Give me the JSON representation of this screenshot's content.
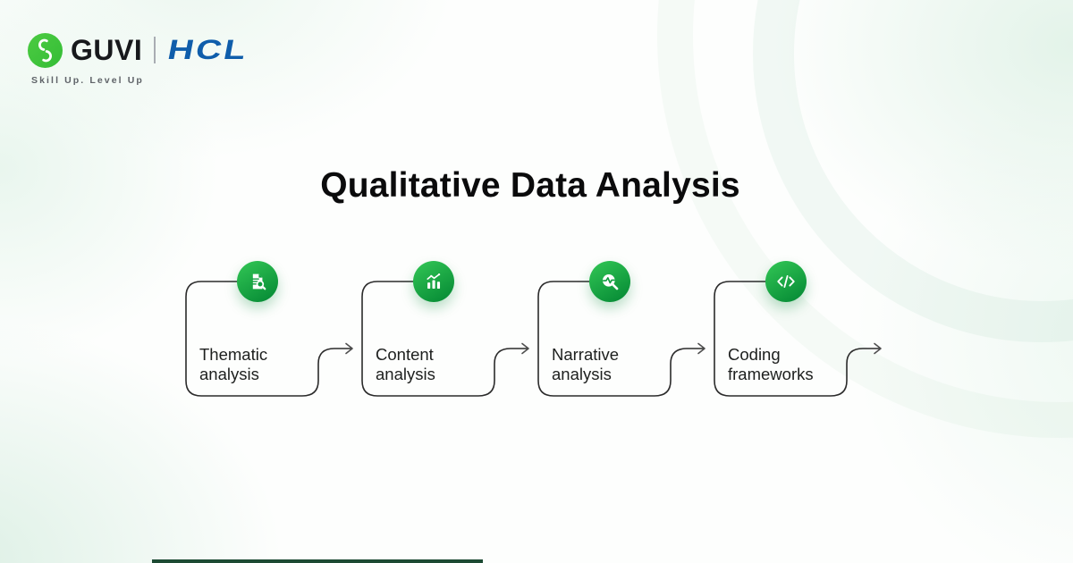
{
  "header": {
    "guvi": "GUVI",
    "hcl": "HCL",
    "tagline": "Skill Up. Level Up"
  },
  "title": "Qualitative Data Analysis",
  "flow": {
    "steps": [
      {
        "label": "Thematic analysis",
        "icon": "document-search-icon"
      },
      {
        "label": "Content analysis",
        "icon": "bar-chart-trend-icon"
      },
      {
        "label": "Narrative analysis",
        "icon": "search-pulse-icon"
      },
      {
        "label": "Coding frameworks",
        "icon": "code-brackets-icon"
      }
    ]
  },
  "colors": {
    "guvi_green": "#3fc43f",
    "hcl_blue": "#0f5dab",
    "icon_green_top": "#2fc253",
    "icon_green_bottom": "#0a9038",
    "connector_stroke": "#2b2b2b",
    "accent_strip": "#1c4a33"
  }
}
